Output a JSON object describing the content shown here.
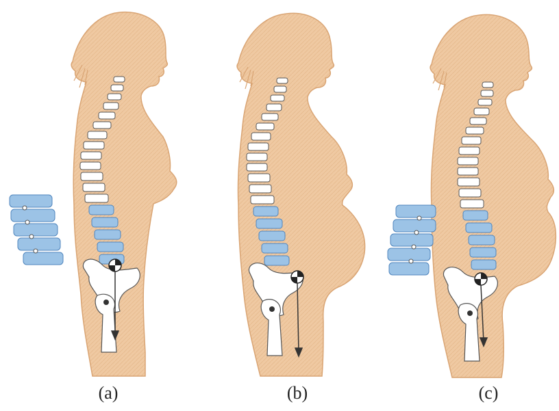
{
  "panels": [
    {
      "label": "(a)"
    },
    {
      "label": "(b)"
    },
    {
      "label": "(c)"
    }
  ],
  "colors": {
    "skin": "#efc9a2",
    "skin_outline": "#d9a473",
    "bone": "#ffffff",
    "bone_outline": "#555555",
    "lumbar": "#9cc3e6",
    "lumbar_outline": "#4f85bd",
    "arrow": "#333333"
  }
}
